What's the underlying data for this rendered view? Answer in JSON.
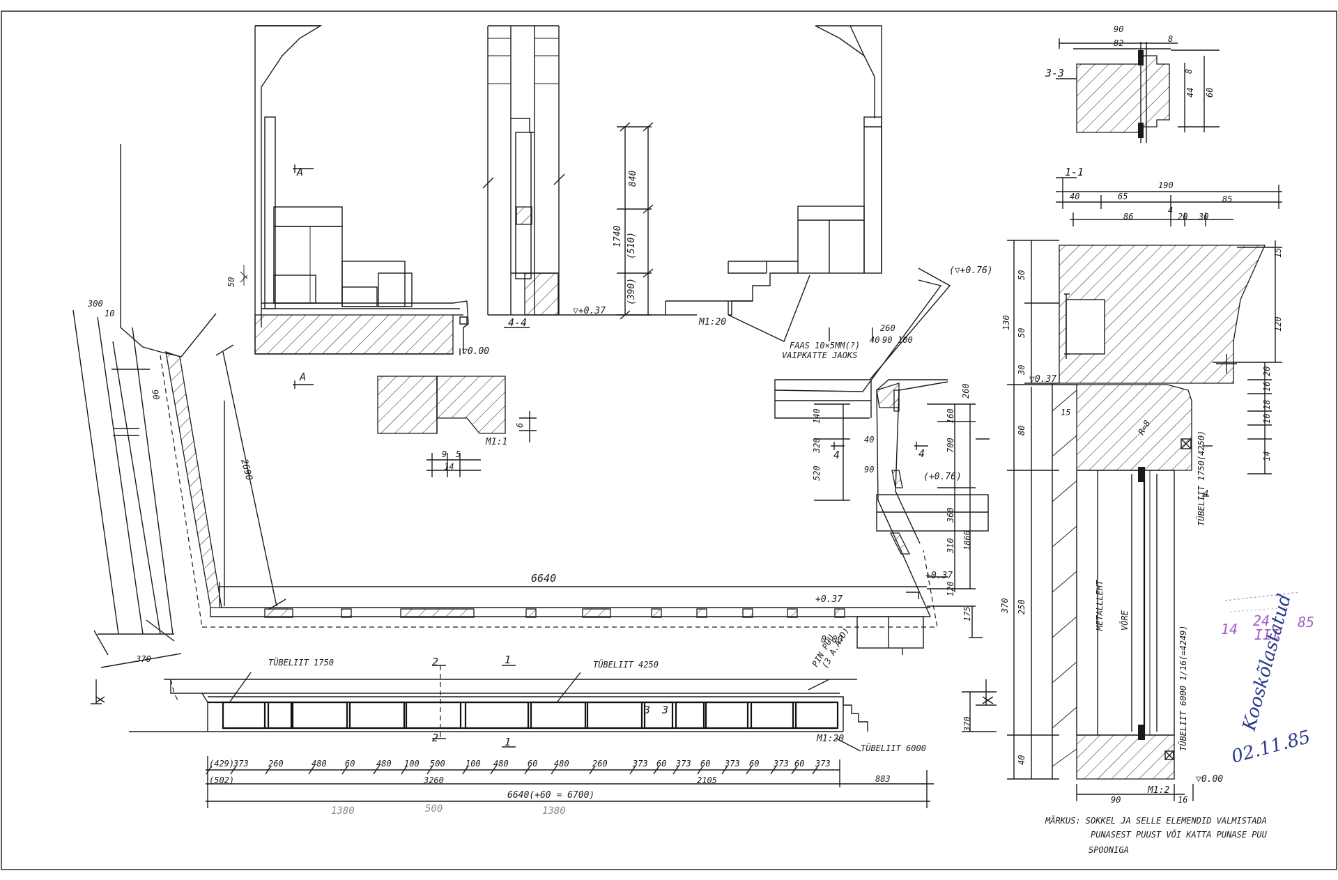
{
  "section_labels": {
    "s44": "4-4",
    "s33": "3-3",
    "s11": "1-1",
    "sa_top": "A",
    "sa_bottom": "A",
    "s4a": "4",
    "s4b": "4",
    "s2_top": "2",
    "s2_bottom": "2",
    "s1_top": "1",
    "s1_bottom": "1",
    "s3a": "3",
    "s3b": "3"
  },
  "scales": {
    "m120_a": "M1:20",
    "m11": "M1:1",
    "m120_b": "M1:20",
    "m12": "M1:2"
  },
  "levels": {
    "l037_top": "▽+0.37",
    "l000_top": "▽0.00",
    "l076": "(▽+0.76)",
    "l076b": "(+0.76)",
    "l037_plan": "+0.37",
    "l037_plan2": "+0.37",
    "l000_plan": "0.00",
    "l037_sec": "▽0.37",
    "l000_sec": "▽0.00"
  },
  "elevation_dims": {
    "d840": "840",
    "d1740": "1740",
    "d510": "(510)",
    "d390": "(390)",
    "d50": "50"
  },
  "notes": {
    "faas": "FAAS 10×5MM(?)",
    "vaip": "VAIPKATTE JAOKS",
    "pinp": "PIN PUU",
    "pinp2": "(3 A.A.D)",
    "metall": "METALLLEHT",
    "vore": "VÕRE",
    "tub_sec1": "TÜBELIIT 1750(4250)",
    "tub_sec2": "TÜBELIIT 6000 1/16(=4249)",
    "r8": "R=8"
  },
  "plan_dims": {
    "d6640": "6640",
    "d2690": "2690",
    "d300": "300",
    "d10": "10",
    "d90l": "90",
    "d370": "370",
    "d260": "260",
    "d40": "40",
    "d90": "90",
    "d100": "100",
    "d140": "140",
    "d320": "320",
    "d520": "520",
    "d40b": "40",
    "d90b": "90",
    "d260r": "260",
    "d160": "160",
    "d700": "700",
    "d360": "360",
    "d1860": "1860",
    "d310": "310",
    "d120": "120",
    "d175": "175",
    "d9": "9",
    "d5": "5",
    "d14": "14",
    "d6": "6"
  },
  "elev_labels": {
    "tub1750": "TÜBELIIT 1750",
    "tub4250": "TÜBELIIT 4250",
    "tub6000": "TÜBELIIT 6000",
    "d370v": "370"
  },
  "bottom_dims": {
    "row1": [
      "(429)",
      "373",
      "260",
      "480",
      "60",
      "480",
      "100",
      "500",
      "100",
      "480",
      "60",
      "480",
      "260",
      "373",
      "60",
      "373",
      "60",
      "373",
      "60",
      "373",
      "60",
      "373"
    ],
    "row2": [
      "(502)",
      "3260",
      "2105",
      "883"
    ],
    "total": "6640(+60 = 6700)",
    "faint": [
      "1380",
      "500",
      "1380"
    ]
  },
  "sec33_dims": {
    "d90": "90",
    "d82": "82",
    "d8": "8",
    "d44": "44",
    "d60": "60",
    "d8b": "8"
  },
  "sec11_dims": {
    "d40": "40",
    "d65": "65",
    "d190": "190",
    "d85": "85",
    "d86": "86",
    "d4": "4",
    "d20": "20",
    "d30": "30",
    "l50": "50",
    "l130": "130",
    "l50b": "50",
    "l30": "30",
    "l80": "80",
    "l370": "370",
    "l250": "250",
    "l40": "40",
    "r15": "15",
    "r120": "120",
    "r20": "20",
    "r16": "16",
    "r18": "18",
    "r10": "10",
    "r14": "14",
    "r4": "4",
    "b90": "90",
    "b16": "16",
    "r15b": "15"
  },
  "footer_note": {
    "line1": "MÄRKUS:  SOKKEL JA SELLE ELEMENDID VALMISTADA",
    "line2": "PUNASEST PUUST VÕI KATTA PUNASE PUU",
    "line3": "SPOONIGA"
  },
  "stamp": {
    "day": "14",
    "num": "24",
    "year": "85",
    "month": "III",
    "signature": "Kooskõlastatud",
    "date": "02.11.85"
  }
}
